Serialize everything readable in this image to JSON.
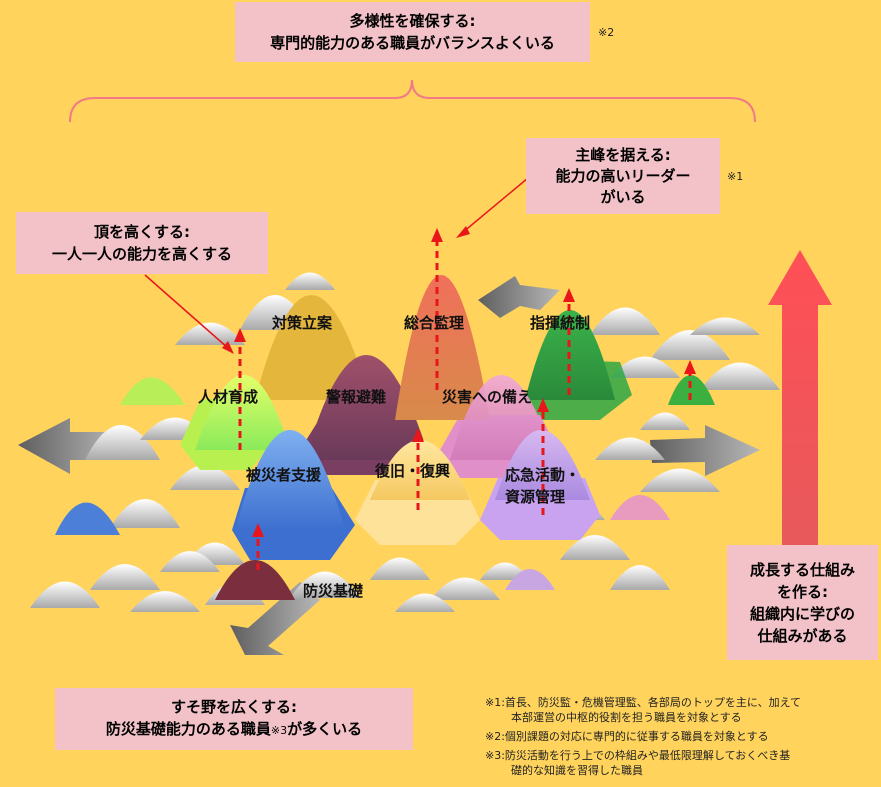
{
  "top_box": {
    "line1": "多様性を確保する:",
    "line2": "専門的能力のある職員がバランスよくいる",
    "note": "※2"
  },
  "peak_box": {
    "line1": "主峰を据える:",
    "line2": "能力の高いリーダー",
    "line3": "がいる",
    "note": "※1"
  },
  "height_box": {
    "line1": "頂を高くする:",
    "line2": "一人一人の能力を高くする"
  },
  "growth_box": {
    "line1": "成長する仕組み",
    "line2": "を作る:",
    "line3": "組織内に学びの",
    "line4": "仕組みがある"
  },
  "base_box": {
    "line1": "すそ野を広くする:",
    "line2a": "防災基礎能力のある職員",
    "line2note": "※3",
    "line2b": "が多くいる"
  },
  "labels": {
    "taisaku": "対策立案",
    "sogo": "総合監理",
    "shiki": "指揮統制",
    "jinzai": "人材育成",
    "keiho": "警報避難",
    "saigai": "災害への備え",
    "hisai": "被災者支援",
    "fukkyu": "復旧・復興",
    "oukyu1": "応急活動・",
    "oukyu2": "資源管理",
    "bosai": "防災基礎"
  },
  "footnotes": [
    "※1:首長、防災監・危機管理監、各部局のトップを主に、加えて",
    "本部運営の中枢的役割を担う職員を対象とする",
    "※2:個別課題の対応に専門的に従事する職員を対象とする",
    "※3:防災活動を行う上での枠組みや最低限理解しておくべき基",
    "礎的な知識を習得した職員"
  ],
  "colors": {
    "background": "#FFD35C",
    "box": "#F2C2C8",
    "growth_arrow": "#FF5E63",
    "dashed_arrow": "#E8161B"
  }
}
